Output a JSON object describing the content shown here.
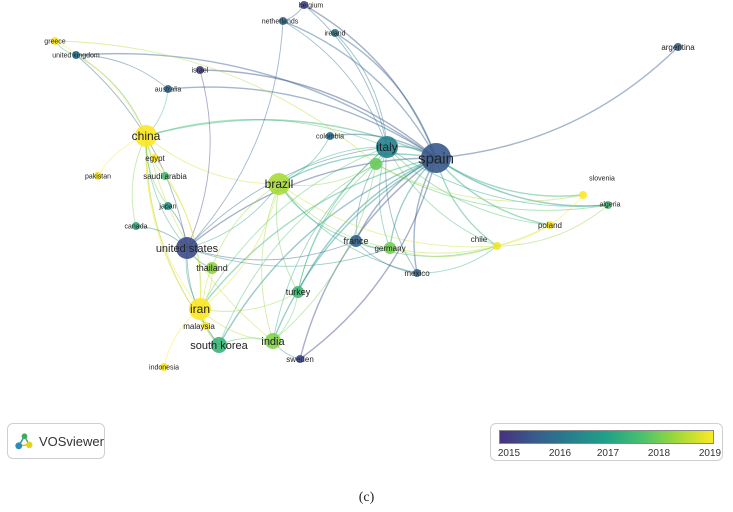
{
  "nodes": [
    {
      "id": "spain",
      "label": "spain",
      "year": 2015.6,
      "weight": 5
    },
    {
      "id": "italy",
      "label": "italy",
      "year": 2016.4,
      "weight": 4
    },
    {
      "id": "china",
      "label": "china",
      "year": 2019.0,
      "weight": 4
    },
    {
      "id": "brazil",
      "label": "brazil",
      "year": 2018.4,
      "weight": 4
    },
    {
      "id": "united-states",
      "label": "united states",
      "year": 2015.4,
      "weight": 4
    },
    {
      "id": "iran",
      "label": "iran",
      "year": 2019.0,
      "weight": 4
    },
    {
      "id": "south-korea",
      "label": "south korea",
      "year": 2017.4,
      "weight": 3
    },
    {
      "id": "india",
      "label": "india",
      "year": 2018.1,
      "weight": 3
    },
    {
      "id": "france",
      "label": "france",
      "year": 2015.8,
      "weight": 2
    },
    {
      "id": "turkey",
      "label": "turkey",
      "year": 2017.5,
      "weight": 2
    },
    {
      "id": "thailand",
      "label": "thailand",
      "year": 2018.2,
      "weight": 2
    },
    {
      "id": "germany",
      "label": "germany",
      "year": 2018.0,
      "weight": 2
    },
    {
      "id": "chile",
      "label": "chile",
      "year": 2018.9,
      "weight": 1
    },
    {
      "id": "poland",
      "label": "poland",
      "year": 2019.0,
      "weight": 1
    },
    {
      "id": "mexico",
      "label": "mexico",
      "year": 2015.8,
      "weight": 1
    },
    {
      "id": "sweden",
      "label": "sweden",
      "year": 2015.3,
      "weight": 1
    },
    {
      "id": "malaysia",
      "label": "malaysia",
      "year": 2019.0,
      "weight": 1
    },
    {
      "id": "indonesia",
      "label": "indonesia",
      "year": 2019.0,
      "weight": 1
    },
    {
      "id": "canada",
      "label": "canada",
      "year": 2017.2,
      "weight": 1
    },
    {
      "id": "japan",
      "label": "japan",
      "year": 2016.8,
      "weight": 1
    },
    {
      "id": "saudi-arabia",
      "label": "saudi arabia",
      "year": 2017.6,
      "weight": 1
    },
    {
      "id": "pakistan",
      "label": "pakistan",
      "year": 2019.0,
      "weight": 1
    },
    {
      "id": "egypt",
      "label": "egypt",
      "year": 2019.0,
      "weight": 1
    },
    {
      "id": "colombia",
      "label": "colombia",
      "year": 2016.0,
      "weight": 1
    },
    {
      "id": "australia",
      "label": "australia",
      "year": 2015.9,
      "weight": 1
    },
    {
      "id": "israel",
      "label": "israel",
      "year": 2015.2,
      "weight": 1
    },
    {
      "id": "united-kingdom",
      "label": "united kingdom",
      "year": 2016.0,
      "weight": 1
    },
    {
      "id": "greece",
      "label": "greece",
      "year": 2019.0,
      "weight": 1
    },
    {
      "id": "netherlands",
      "label": "netherlands",
      "year": 2016.0,
      "weight": 1
    },
    {
      "id": "belgium",
      "label": "belgium",
      "year": 2015.3,
      "weight": 1
    },
    {
      "id": "ireland",
      "label": "ireland",
      "year": 2016.2,
      "weight": 1
    },
    {
      "id": "argentina",
      "label": "argentina",
      "year": 2015.8,
      "weight": 1
    },
    {
      "id": "slovenia",
      "label": "slovenia",
      "year": 2019.0,
      "weight": 1
    },
    {
      "id": "algeria",
      "label": "algeria",
      "year": 2017.6,
      "weight": 1
    },
    {
      "id": "unlabeled-hub",
      "label": "",
      "year": 2017.9,
      "weight": 2
    }
  ],
  "links": [
    [
      "spain",
      "italy"
    ],
    [
      "spain",
      "brazil"
    ],
    [
      "spain",
      "united-states"
    ],
    [
      "spain",
      "china"
    ],
    [
      "spain",
      "argentina"
    ],
    [
      "spain",
      "belgium"
    ],
    [
      "spain",
      "netherlands"
    ],
    [
      "spain",
      "ireland"
    ],
    [
      "spain",
      "israel"
    ],
    [
      "spain",
      "france"
    ],
    [
      "spain",
      "mexico"
    ],
    [
      "spain",
      "chile"
    ],
    [
      "spain",
      "poland"
    ],
    [
      "spain",
      "slovenia"
    ],
    [
      "spain",
      "algeria"
    ],
    [
      "spain",
      "germany"
    ],
    [
      "spain",
      "sweden"
    ],
    [
      "spain",
      "turkey"
    ],
    [
      "spain",
      "india"
    ],
    [
      "spain",
      "iran"
    ],
    [
      "spain",
      "united-kingdom"
    ],
    [
      "spain",
      "colombia"
    ],
    [
      "spain",
      "south-korea"
    ],
    [
      "spain",
      "australia"
    ],
    [
      "italy",
      "brazil"
    ],
    [
      "italy",
      "united-states"
    ],
    [
      "italy",
      "china"
    ],
    [
      "italy",
      "france"
    ],
    [
      "italy",
      "germany"
    ],
    [
      "italy",
      "belgium"
    ],
    [
      "italy",
      "netherlands"
    ],
    [
      "italy",
      "ireland"
    ],
    [
      "italy",
      "poland"
    ],
    [
      "italy",
      "chile"
    ],
    [
      "italy",
      "algeria"
    ],
    [
      "italy",
      "iran"
    ],
    [
      "italy",
      "turkey"
    ],
    [
      "italy",
      "india"
    ],
    [
      "italy",
      "mexico"
    ],
    [
      "china",
      "united-states"
    ],
    [
      "china",
      "iran"
    ],
    [
      "china",
      "brazil"
    ],
    [
      "china",
      "egypt"
    ],
    [
      "china",
      "pakistan"
    ],
    [
      "china",
      "saudi-arabia"
    ],
    [
      "china",
      "australia"
    ],
    [
      "china",
      "united-kingdom"
    ],
    [
      "china",
      "greece"
    ],
    [
      "china",
      "canada"
    ],
    [
      "china",
      "japan"
    ],
    [
      "china",
      "malaysia"
    ],
    [
      "china",
      "south-korea"
    ],
    [
      "china",
      "india"
    ],
    [
      "united-states",
      "brazil"
    ],
    [
      "united-states",
      "iran"
    ],
    [
      "united-states",
      "canada"
    ],
    [
      "united-states",
      "japan"
    ],
    [
      "united-states",
      "israel"
    ],
    [
      "united-states",
      "france"
    ],
    [
      "united-states",
      "germany"
    ],
    [
      "united-states",
      "thailand"
    ],
    [
      "united-states",
      "south-korea"
    ],
    [
      "united-states",
      "netherlands"
    ],
    [
      "united-states",
      "united-kingdom"
    ],
    [
      "iran",
      "malaysia"
    ],
    [
      "iran",
      "south-korea"
    ],
    [
      "iran",
      "india"
    ],
    [
      "iran",
      "brazil"
    ],
    [
      "iran",
      "turkey"
    ],
    [
      "iran",
      "indonesia"
    ],
    [
      "iran",
      "thailand"
    ],
    [
      "iran",
      "saudi-arabia"
    ],
    [
      "iran",
      "egypt"
    ],
    [
      "brazil",
      "france"
    ],
    [
      "brazil",
      "germany"
    ],
    [
      "brazil",
      "india"
    ],
    [
      "brazil",
      "turkey"
    ],
    [
      "brazil",
      "chile"
    ],
    [
      "brazil",
      "mexico"
    ],
    [
      "brazil",
      "colombia"
    ],
    [
      "brazil",
      "unlabeled-hub"
    ],
    [
      "brazil",
      "thailand"
    ],
    [
      "india",
      "south-korea"
    ],
    [
      "india",
      "turkey"
    ],
    [
      "india",
      "sweden"
    ],
    [
      "india",
      "unlabeled-hub"
    ],
    [
      "france",
      "germany"
    ],
    [
      "france",
      "mexico"
    ],
    [
      "france",
      "chile"
    ],
    [
      "germany",
      "chile"
    ],
    [
      "germany",
      "poland"
    ],
    [
      "unlabeled-hub",
      "italy"
    ],
    [
      "unlabeled-hub",
      "slovenia"
    ],
    [
      "unlabeled-hub",
      "algeria"
    ],
    [
      "unlabeled-hub",
      "turkey"
    ],
    [
      "unlabeled-hub",
      "south-korea"
    ],
    [
      "unlabeled-hub",
      "greece"
    ],
    [
      "chile",
      "slovenia"
    ],
    [
      "chile",
      "algeria"
    ],
    [
      "mexico",
      "chile"
    ],
    [
      "australia",
      "united-kingdom"
    ],
    [
      "netherlands",
      "belgium"
    ],
    [
      "greece",
      "united-kingdom"
    ],
    [
      "thailand",
      "malaysia"
    ],
    [
      "sweden",
      "spain"
    ]
  ],
  "legend": {
    "ticks": [
      "2015",
      "2016",
      "2017",
      "2018",
      "2019"
    ],
    "colors": [
      "#46327e",
      "#365c8d",
      "#277f8e",
      "#1fa187",
      "#4ac16d",
      "#a0da39",
      "#fde725"
    ]
  },
  "logo": {
    "text": "VOSviewer"
  },
  "caption": "(c)"
}
